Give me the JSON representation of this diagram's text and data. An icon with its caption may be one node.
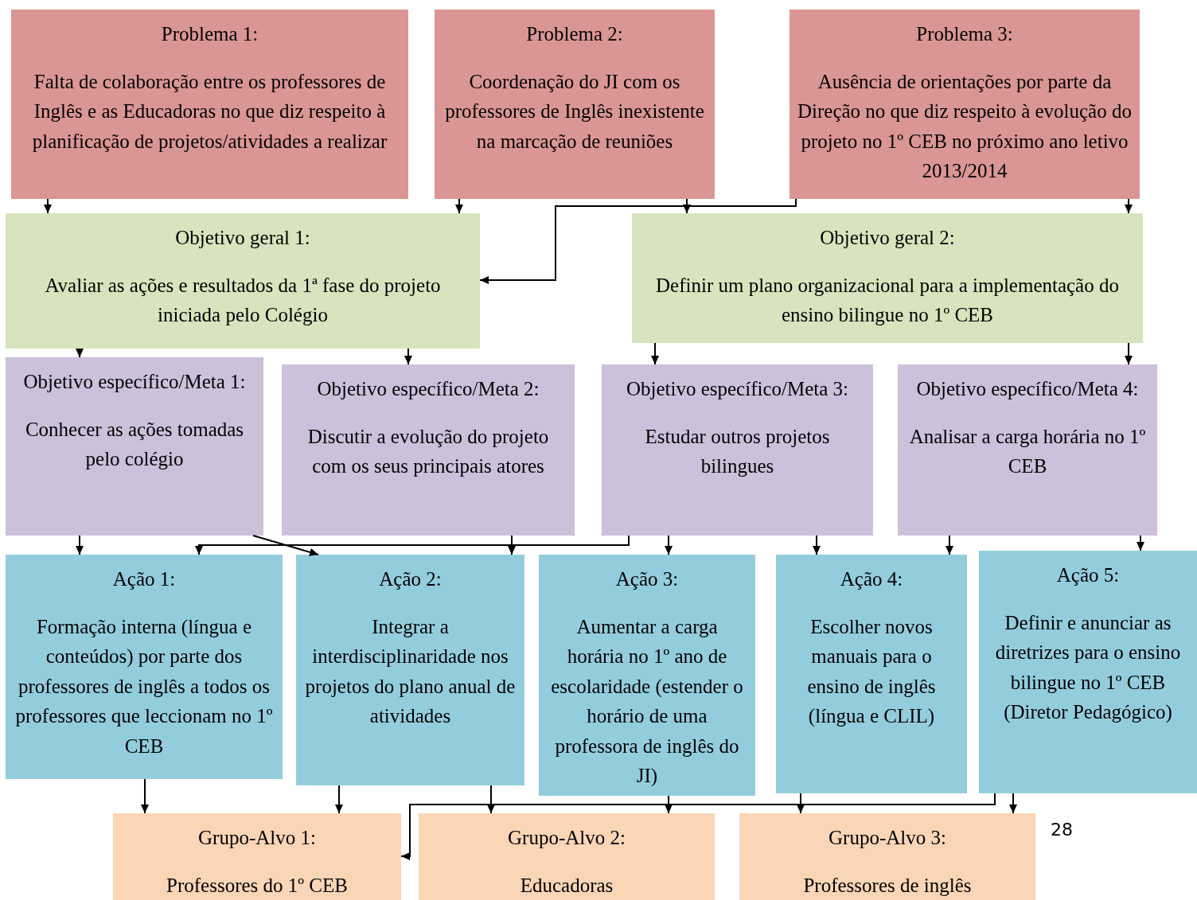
{
  "diagram": {
    "nodes": [
      {
        "text": [
          "Problema 1:",
          "Falta de colaboração entre os professores de Inglês e as Educadoras no que diz respeito à planificação de projetos/atividades a realizar"
        ]
      },
      {
        "text": [
          "Problema 2:",
          "Coordenação do JI com os professores de Inglês inexistente na marcação de reuniões"
        ]
      },
      {
        "text": [
          "Problema 3:",
          "Ausência de orientações por parte da Direção no que diz respeito à evolução do projeto no 1º CEB no próximo ano letivo 2013/2014"
        ]
      },
      {
        "text": [
          "Objetivo geral 1:",
          "Avaliar as ações e resultados da 1ª fase do projeto iniciada pelo Colégio"
        ]
      },
      {
        "text": [
          "Objetivo geral 2:",
          "Definir um plano organizacional para a implementação do ensino bilingue no 1º CEB"
        ]
      },
      {
        "text": [
          "Objetivo específico/Meta 1:",
          "Conhecer as ações tomadas pelo colégio"
        ]
      },
      {
        "text": [
          "Objetivo específico/Meta 2:",
          "Discutir a evolução do projeto com os seus principais atores"
        ]
      },
      {
        "text": [
          "Objetivo específico/Meta 3:",
          "Estudar outros projetos bilingues"
        ]
      },
      {
        "text": [
          "Objetivo específico/Meta 4:",
          "Analisar a carga horária no 1º CEB"
        ]
      },
      {
        "text": [
          "Ação 1:",
          "Formação interna (língua e conteúdos) por parte dos professores de inglês a todos os professores que leccionam no 1º CEB"
        ]
      },
      {
        "text": [
          "Ação 2:",
          "Integrar a interdisciplinaridade nos projetos do plano anual de atividades"
        ]
      },
      {
        "text": [
          "Ação 3:",
          "Aumentar a carga horária no 1º ano de escolaridade (estender o horário de uma professora de inglês do JI)"
        ]
      },
      {
        "text": [
          "Ação 4:",
          "Escolher novos manuais para o ensino de inglês (língua e CLIL)"
        ]
      },
      {
        "text": [
          "Ação 5:",
          "Definir e anunciar as diretrizes para o ensino bilingue no 1º CEB (Diretor Pedagógico)"
        ]
      },
      {
        "text": [
          "Grupo-Alvo 1:",
          "Professores do 1º CEB"
        ]
      },
      {
        "text": [
          "Grupo-Alvo 2:",
          "Educadoras"
        ]
      },
      {
        "text": [
          "Grupo-Alvo 3:",
          "Professores de inglês"
        ]
      }
    ],
    "edges": [
      {
        "from": 0,
        "to": 3,
        "arrow": "to"
      },
      {
        "from": 1,
        "to": 3,
        "arrow": "to"
      },
      {
        "from": 1,
        "to": 4,
        "arrow": "to"
      },
      {
        "from": 2,
        "to": 3,
        "arrow": "to"
      },
      {
        "from": 2,
        "to": 4,
        "arrow": "to"
      },
      {
        "from": 3,
        "to": 5,
        "arrow": "to"
      },
      {
        "from": 3,
        "to": 6,
        "arrow": "to"
      },
      {
        "from": 4,
        "to": 7,
        "arrow": "to"
      },
      {
        "from": 4,
        "to": 8,
        "arrow": "to"
      },
      {
        "from": 5,
        "to": 9,
        "arrow": "to"
      },
      {
        "from": 5,
        "to": 10,
        "arrow": "to"
      },
      {
        "from": 6,
        "to": 10,
        "arrow": "to"
      },
      {
        "from": 7,
        "to": 9,
        "arrow": "to"
      },
      {
        "from": 7,
        "to": 11,
        "arrow": "to"
      },
      {
        "from": 7,
        "to": 12,
        "arrow": "to"
      },
      {
        "from": 8,
        "to": 12,
        "arrow": "to"
      },
      {
        "from": 8,
        "to": 13,
        "arrow": "to"
      },
      {
        "from": 9,
        "to": 14,
        "arrow": "to"
      },
      {
        "from": 10,
        "to": 14,
        "arrow": "to"
      },
      {
        "from": 10,
        "to": 15,
        "arrow": "to"
      },
      {
        "from": 11,
        "to": 15,
        "arrow": "to"
      },
      {
        "from": 12,
        "to": 16,
        "arrow": "to"
      },
      {
        "from": 13,
        "to": 14,
        "arrow": "to"
      },
      {
        "from": 13,
        "to": 16,
        "arrow": "to"
      }
    ],
    "labels": [
      "28"
    ]
  }
}
